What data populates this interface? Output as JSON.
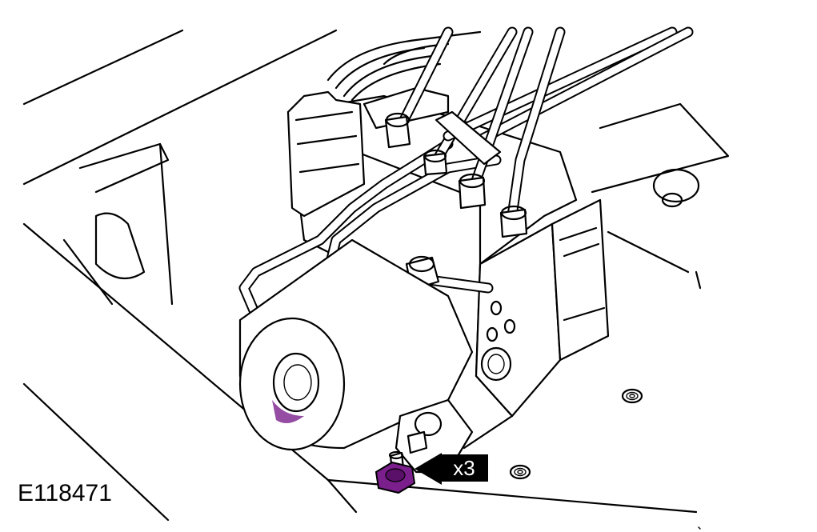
{
  "figure": {
    "id_label": "E118471",
    "callout_quantity": "x3"
  },
  "colors": {
    "line": "#000000",
    "background": "#ffffff",
    "highlight": "#7a1f8c",
    "callout_fill": "#000000",
    "callout_text": "#ffffff"
  },
  "components": {
    "hydraulic_unit": "abs-hydraulic-control-unit",
    "motor": "pump-motor",
    "fastener": "mounting-nut",
    "brake_lines": "brake-pipes",
    "connector": "electrical-connector"
  }
}
